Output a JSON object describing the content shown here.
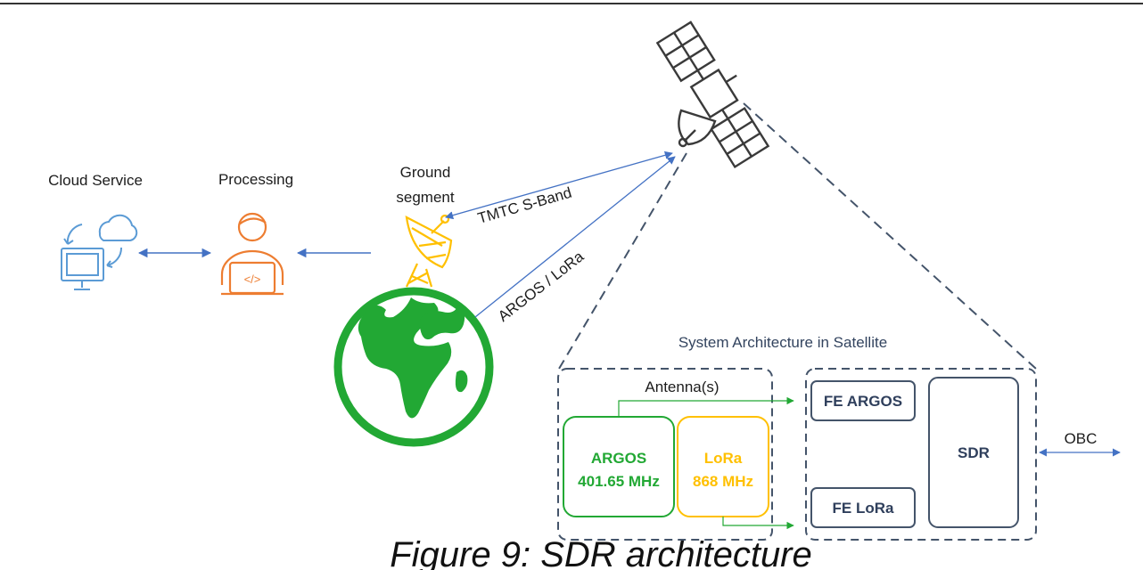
{
  "labels": {
    "cloud_service": "Cloud Service",
    "processing": "Processing",
    "ground_line1": "Ground",
    "ground_line2": "segment",
    "tmtc": "TMTC S-Band",
    "argos_lora_link": "ARGOS / LoRa",
    "system_architecture": "System Architecture in Satellite",
    "antennas": "Antenna(s)",
    "argos_name": "ARGOS",
    "argos_freq": "401.65 MHz",
    "lora_name": "LoRa",
    "lora_freq": "868 MHz",
    "fe_argos": "FE ARGOS",
    "fe_lora": "FE LoRa",
    "sdr": "SDR",
    "obc": "OBC"
  },
  "caption": "Figure 9: SDR architecture",
  "icons": {
    "cloud": "cloud-computer-icon",
    "user": "person-laptop-icon",
    "dish": "ground-antenna-icon",
    "globe": "earth-globe-icon",
    "satellite": "satellite-icon"
  },
  "colors": {
    "blue_icon": "#5b9bd5",
    "orange_icon": "#ed7d31",
    "yellow": "#ffc000",
    "green": "#22a834",
    "navy": "#44546a",
    "arrow": "#4472c4"
  }
}
